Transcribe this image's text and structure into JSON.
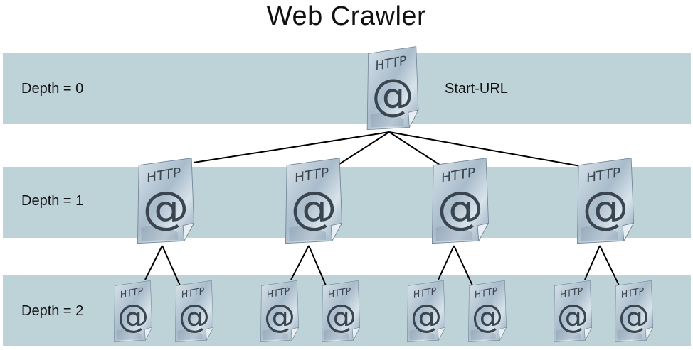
{
  "title": "Web Crawler",
  "start_label": "Start-URL",
  "levels": [
    {
      "label": "Depth = 0"
    },
    {
      "label": "Depth = 1"
    },
    {
      "label": "Depth = 2"
    }
  ],
  "doc_icon": {
    "name": "http-document-icon",
    "header_text": "HTTP",
    "symbol": "@"
  },
  "colors": {
    "band": "#bed3d7",
    "doc_fill_light": "#d8e3ea",
    "doc_fill_dark": "#8aa2b6",
    "link_line": "#000000"
  }
}
